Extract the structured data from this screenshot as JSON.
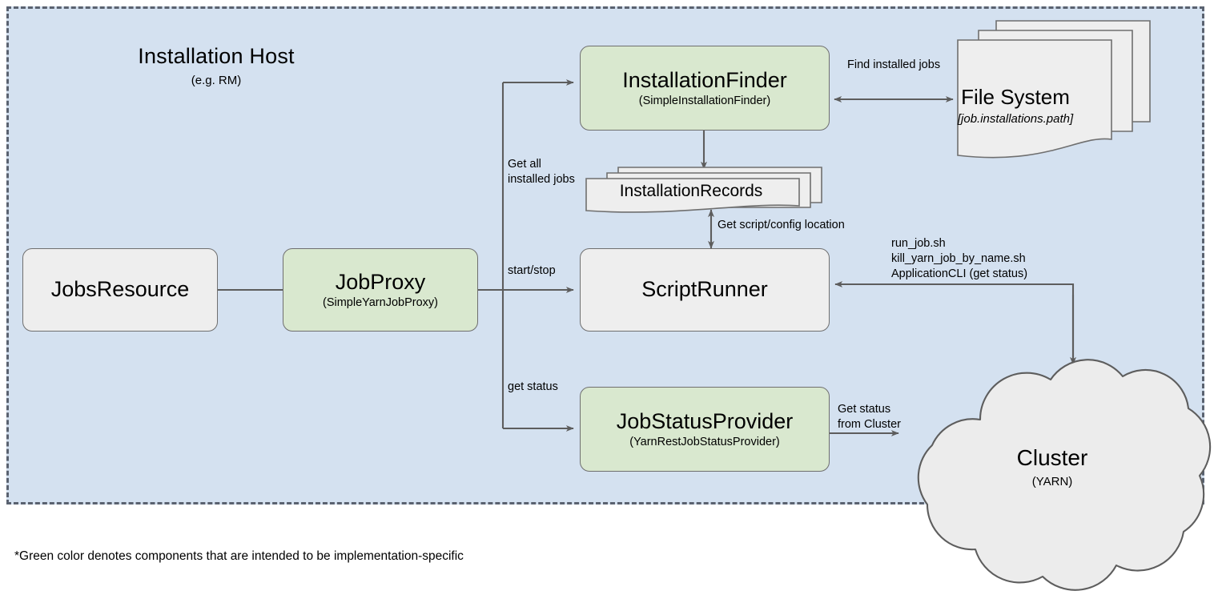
{
  "diagram": {
    "container": {
      "title": "Installation Host",
      "subtitle": "(e.g. RM)"
    },
    "footnote": "*Green color denotes components that are intended to be implementation-specific",
    "colors": {
      "container_fill": "#d4e1f0",
      "container_border": "#5a6270",
      "node_grey_fill": "#eeeeee",
      "node_green_fill": "#d9e8cf",
      "node_border": "#6f6f6f",
      "edge_stroke": "#5d5d5d"
    },
    "nodes": {
      "jobs_resource": {
        "title": "JobsResource",
        "subtitle": "",
        "style": "grey"
      },
      "job_proxy": {
        "title": "JobProxy",
        "subtitle": "(SimpleYarnJobProxy)",
        "style": "green"
      },
      "installation_finder": {
        "title": "InstallationFinder",
        "subtitle": "(SimpleInstallationFinder)",
        "style": "green"
      },
      "script_runner": {
        "title": "ScriptRunner",
        "subtitle": "",
        "style": "grey"
      },
      "job_status_provider": {
        "title": "JobStatusProvider",
        "subtitle": "(YarnRestJobStatusProvider)",
        "style": "green"
      },
      "installation_records": {
        "title": "InstallationRecords",
        "subtitle": "",
        "style": "document-stack"
      },
      "file_system": {
        "title": "File System",
        "subtitle": "[job.installations.path]",
        "style": "document-stack"
      },
      "cluster": {
        "title": "Cluster",
        "subtitle": "(YARN)",
        "style": "cloud"
      }
    },
    "edges": {
      "get_all_installed_jobs": "Get all\ninstalled jobs",
      "start_stop": "start/stop",
      "get_status": "get status",
      "find_installed_jobs": "Find installed jobs",
      "get_script_config_location": "Get script/config location",
      "run_scripts": "run_job.sh\nkill_yarn_job_by_name.sh\nApplicationCLI (get status)",
      "get_status_from_cluster": "Get status\nfrom Cluster"
    }
  }
}
